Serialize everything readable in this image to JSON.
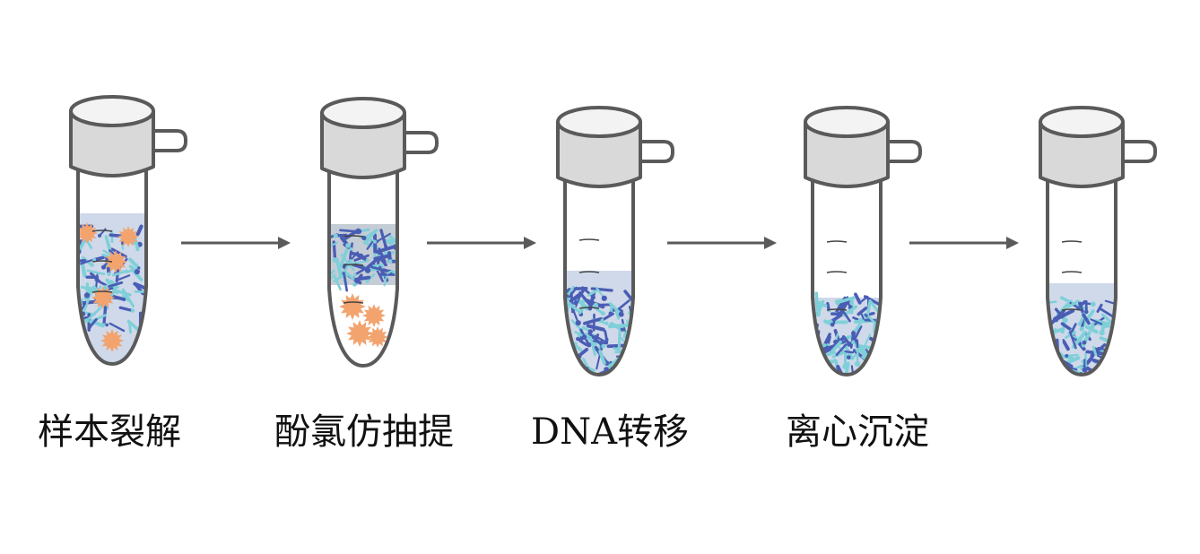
{
  "steps": [
    {
      "label": "样本裂解",
      "stage": "lysis"
    },
    {
      "label": "酚氯仿抽提",
      "stage": "extraction"
    },
    {
      "label": "DNA转移",
      "stage": "transfer"
    },
    {
      "label": "离心沉淀",
      "stage": "precipitation"
    },
    {
      "label": "",
      "stage": "final"
    }
  ],
  "colors": {
    "tube_outline": "#5a5a5a",
    "cap_top": "#f3f3f3",
    "cap_side": "#d9d9d9",
    "liquid": "#cfd9ea",
    "upper_phase": "#c4ccd6",
    "debris": "#f2a36e",
    "dna_dark": "#4a5db4",
    "dna_light": "#7fcfd8",
    "arrow": "#5a5a5a"
  }
}
